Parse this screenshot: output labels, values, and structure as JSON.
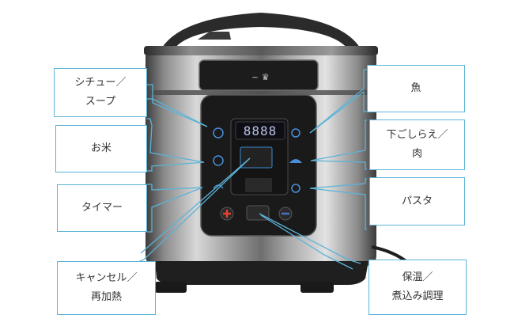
{
  "diagram": {
    "subject": "Electric pressure cooker front control panel",
    "accent_color": "#5bb3d8",
    "display": {
      "segment_text": "8888"
    }
  },
  "callouts": {
    "left": [
      {
        "id": "stew-soup",
        "line1": "シチュー／",
        "line2": "スープ"
      },
      {
        "id": "rice",
        "line1": "お米",
        "line2": ""
      },
      {
        "id": "timer",
        "line1": "タイマー",
        "line2": ""
      },
      {
        "id": "cancel-reheat",
        "line1": "キャンセル／",
        "line2": "再加熱"
      }
    ],
    "right": [
      {
        "id": "fish",
        "line1": "魚",
        "line2": ""
      },
      {
        "id": "prep-meat",
        "line1": "下ごしらえ／",
        "line2": "肉"
      },
      {
        "id": "pasta",
        "line1": "パスタ",
        "line2": ""
      },
      {
        "id": "keep-warm-simmer",
        "line1": "保温／",
        "line2": "煮込み調理"
      }
    ]
  }
}
